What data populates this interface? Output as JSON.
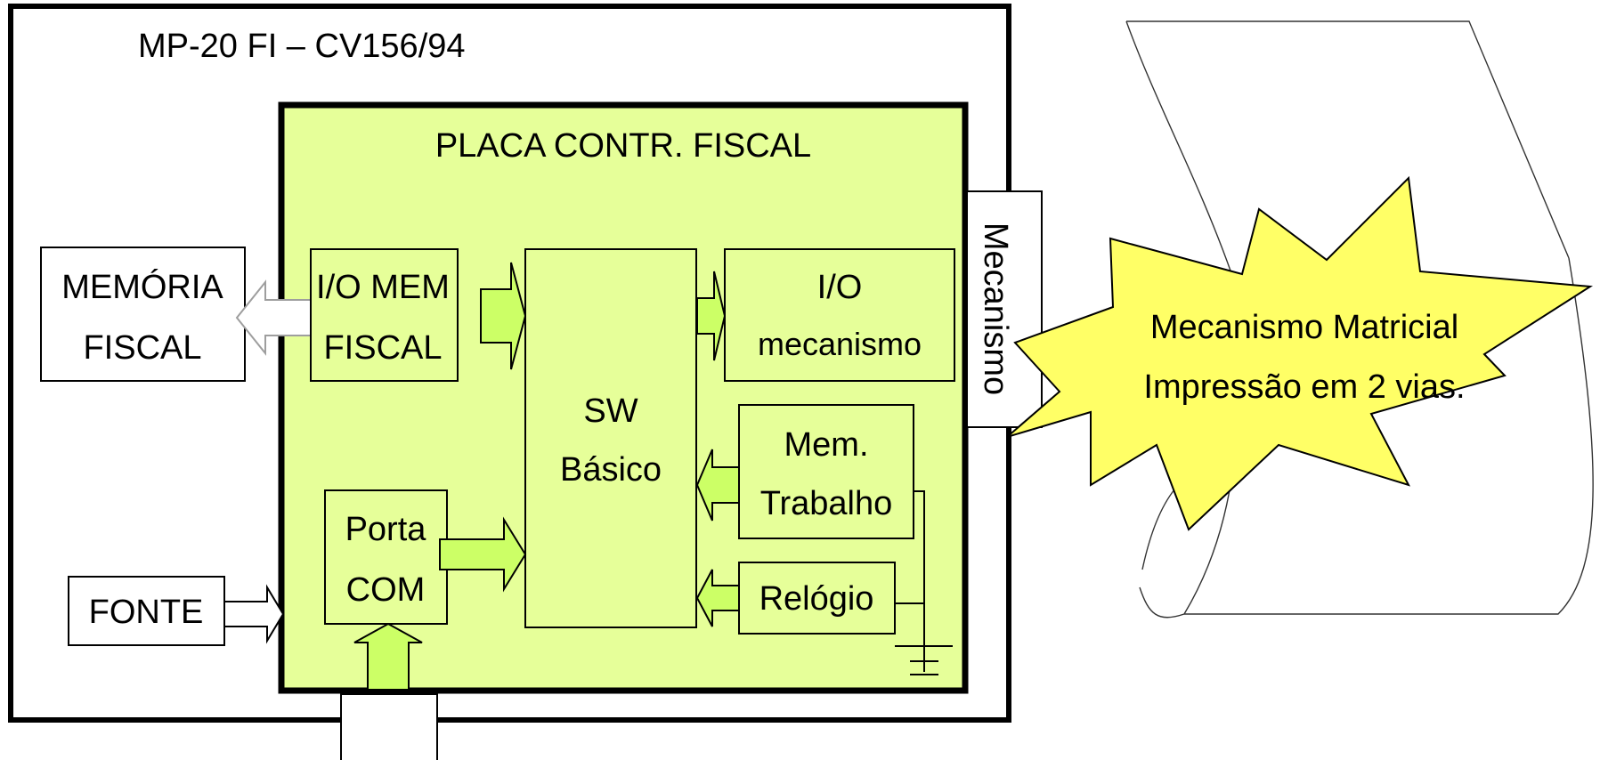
{
  "title": "MP-20 FI – CV156/94",
  "board": {
    "title": "PLACA CONTR. FISCAL",
    "fill": "#e6ff99"
  },
  "blocks": {
    "memoria_fiscal": [
      "MEMÓRIA",
      "FISCAL"
    ],
    "io_mem_fiscal": [
      "I/O MEM",
      "FISCAL"
    ],
    "sw_basico": [
      "SW",
      "Básico"
    ],
    "io_mecanismo": [
      "I/O",
      "mecanismo"
    ],
    "mem_trabalho": [
      "Mem.",
      "Trabalho"
    ],
    "relogio": "Relógio",
    "porta_com": [
      "Porta",
      "COM"
    ],
    "fonte": "FONTE",
    "mecanismo_connector": "Mecanismo"
  },
  "callout": {
    "lines": [
      "Mecanismo Matricial",
      "Impressão em 2 vias."
    ],
    "fill": "#ffff66"
  },
  "colors": {
    "arrow_fill": "#ccff66",
    "outline": "#000000",
    "grey_arrow": "#9e9e9e"
  }
}
